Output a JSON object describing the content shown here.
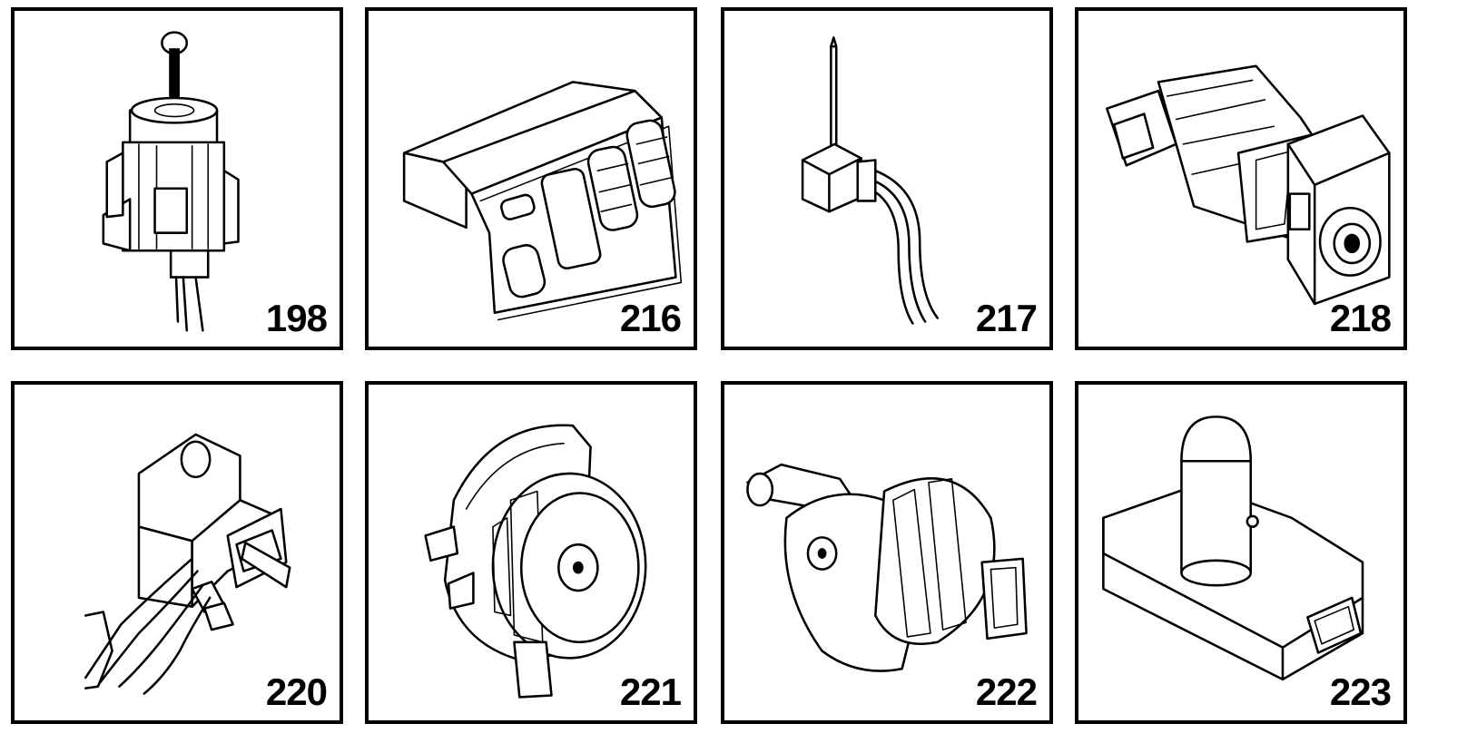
{
  "tiles": [
    {
      "label": "198",
      "icon": "ignition-switch-icon"
    },
    {
      "label": "216",
      "icon": "climate-control-panel-icon"
    },
    {
      "label": "217",
      "icon": "temperature-probe-sensor-icon"
    },
    {
      "label": "218",
      "icon": "ignition-lock-cylinder-icon"
    },
    {
      "label": "220",
      "icon": "sensor-bracket-with-wiring-icon"
    },
    {
      "label": "221",
      "icon": "damper-actuator-motor-icon"
    },
    {
      "label": "222",
      "icon": "lever-actuator-motor-icon"
    },
    {
      "label": "223",
      "icon": "control-module-with-connector-icon"
    }
  ],
  "colors": {
    "background": "#ffffff",
    "ink": "#000000"
  }
}
